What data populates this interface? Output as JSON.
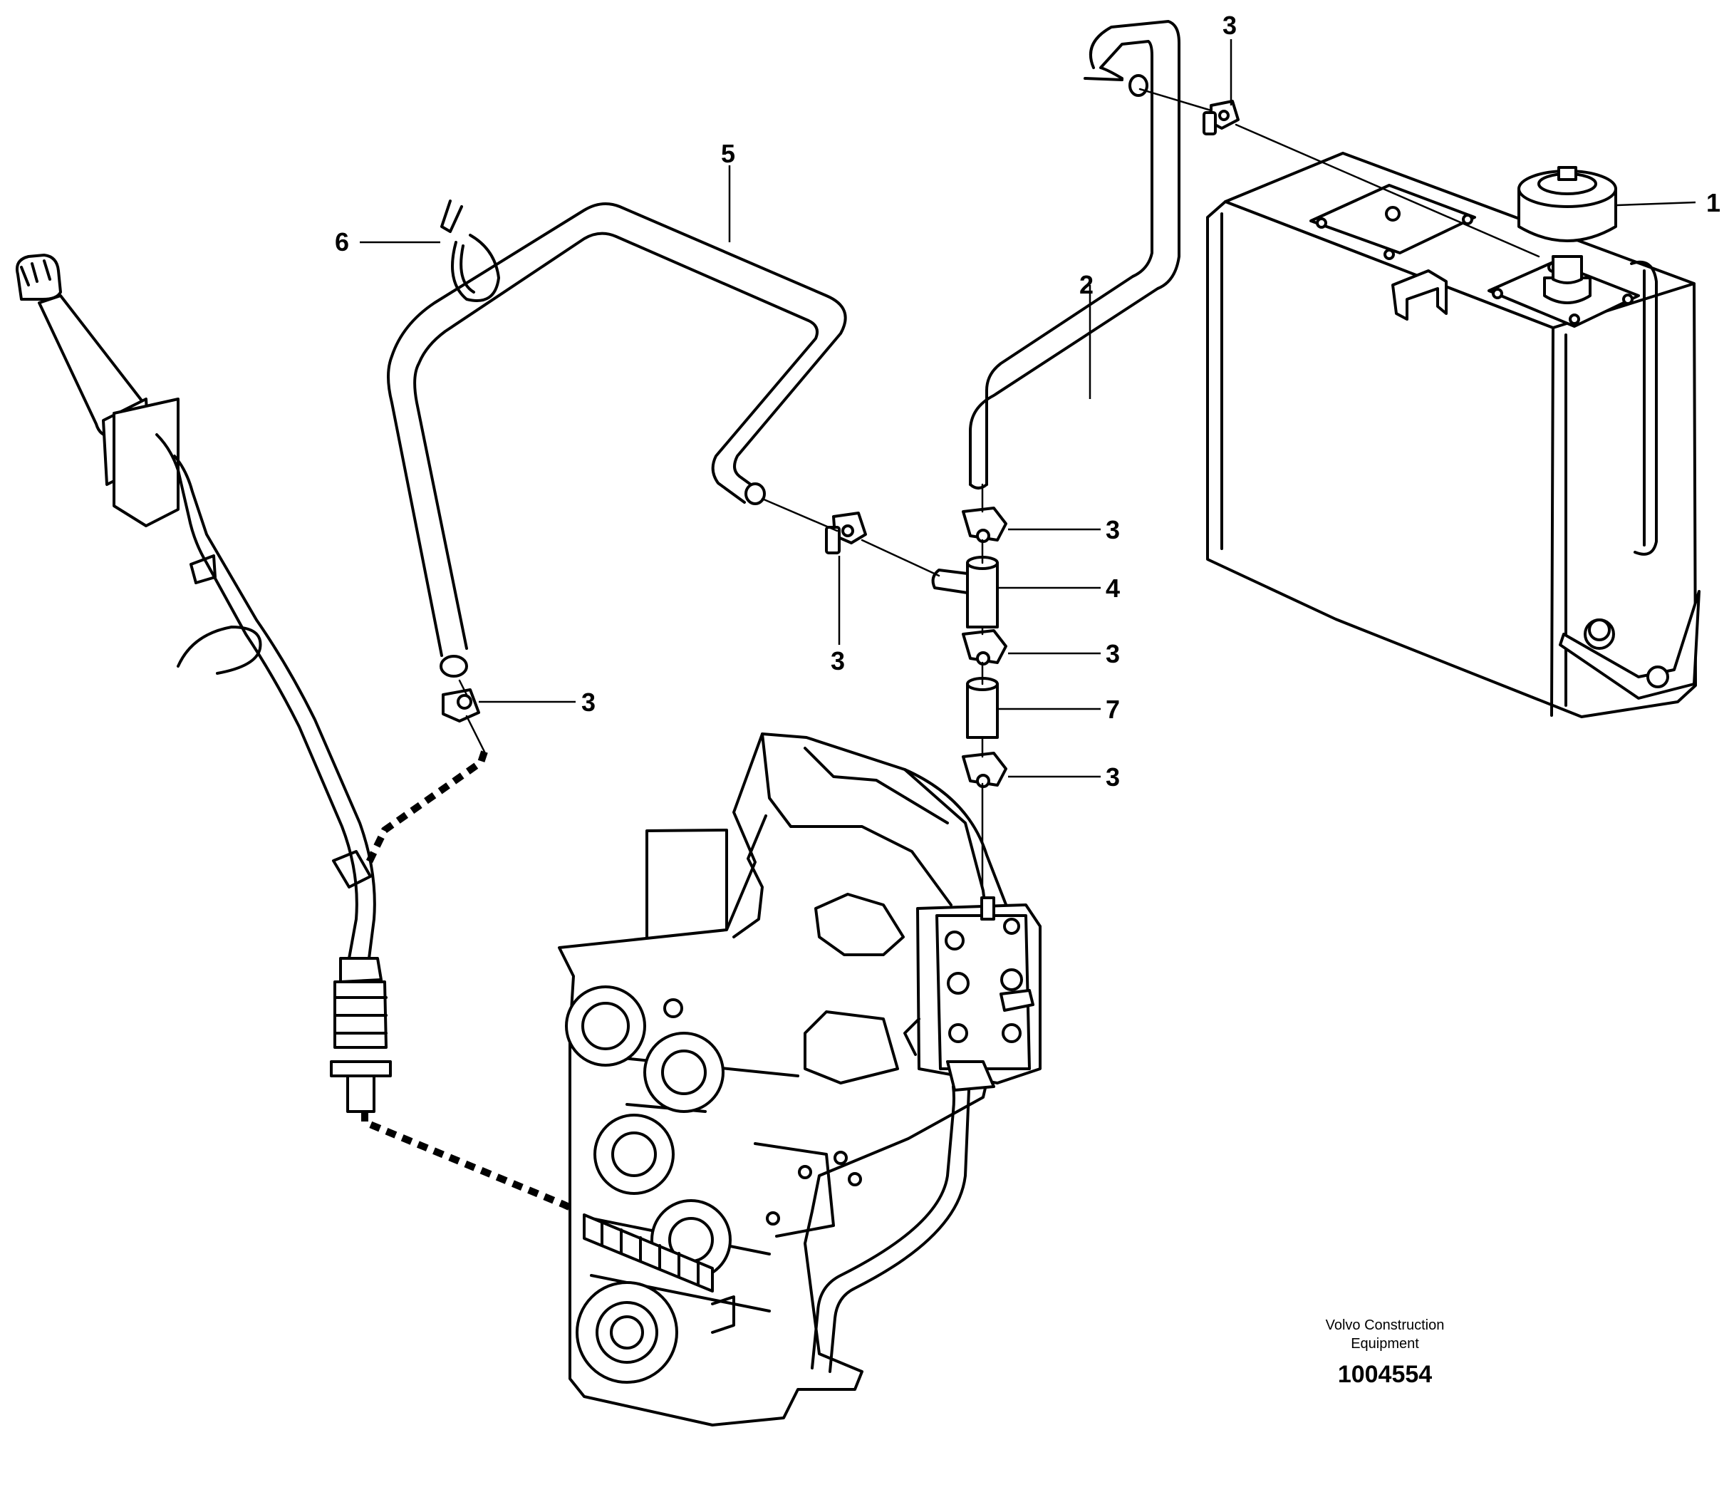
{
  "callouts": {
    "c1": "1",
    "c2": "2",
    "c3_top": "3",
    "c3_a": "3",
    "c3_b": "3",
    "c3_c": "3",
    "c3_d": "3",
    "c3_e": "3",
    "c4": "4",
    "c5": "5",
    "c6": "6",
    "c7": "7"
  },
  "caption": {
    "line1": "Volvo Construction",
    "line2": "Equipment",
    "id": "1004554"
  }
}
